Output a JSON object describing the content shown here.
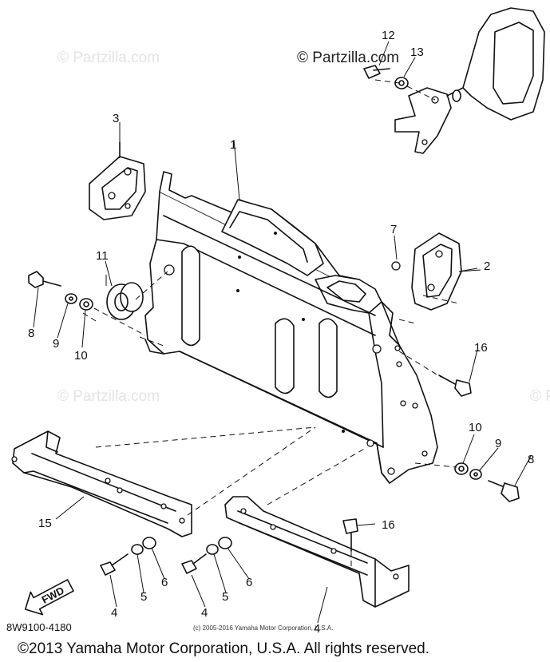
{
  "watermarks": {
    "main": "© Partzilla.com",
    "faint": "© Partzilla.com"
  },
  "callouts": {
    "c1": "1",
    "c2": "2",
    "c3": "3",
    "c4a": "4",
    "c4b": "4",
    "c4c": "4",
    "c5a": "5",
    "c5b": "5",
    "c6a": "6",
    "c6b": "6",
    "c7": "7",
    "c8a": "8",
    "c8b": "8",
    "c9a": "9",
    "c9b": "9",
    "c10a": "10",
    "c10b": "10",
    "c11": "11",
    "c12": "12",
    "c13": "13",
    "c15": "15",
    "c16a": "16",
    "c16b": "16"
  },
  "fwd_label": "FWD",
  "diagram_code": "8W9100-4180",
  "small_copyright": "(c) 2005-2016 Yamaha Motor Corporation, U.S.A.",
  "footer_copyright": "©2013 Yamaha Motor Corporation, U.S.A. All rights reserved."
}
